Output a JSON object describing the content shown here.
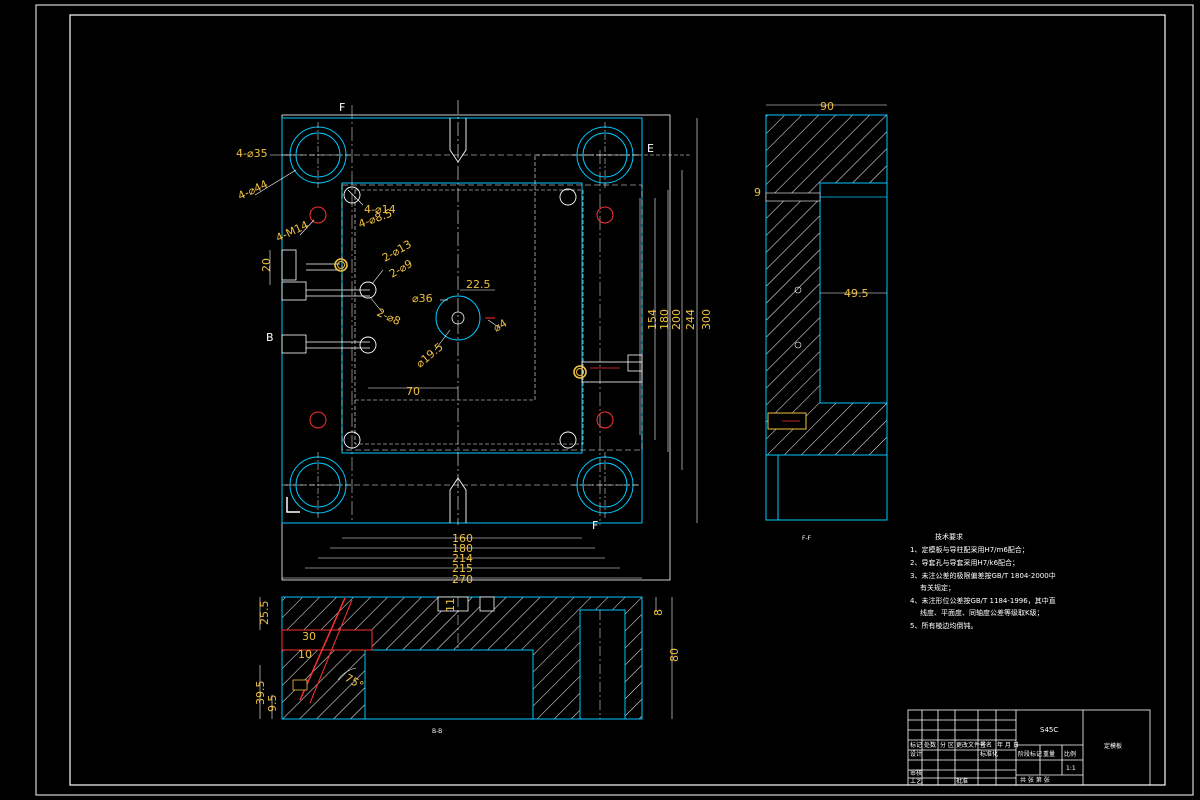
{
  "colors": {
    "background": "#000000",
    "outline": "#00c8ff",
    "centerline": "#ffffff",
    "hatch": "#ffffff",
    "dimension": "#f0c040",
    "hidden": "#ffffff",
    "accent_red": "#ff3030",
    "frame": "#ffffff"
  },
  "labels": {
    "section_F": "F",
    "section_F2": "F",
    "section_E": "E",
    "section_B": "B",
    "view_label_bottom": "B-B",
    "view_label_right": "F-F"
  },
  "dimensions": {
    "top_view": {
      "d1": "4-⌀35",
      "d2": "4-⌀44",
      "d3": "4-⌀14",
      "d4": "4-⌀8.5",
      "d5": "4-M14",
      "d6": "2-⌀13",
      "d7": "2-⌀9",
      "d8": "2-⌀8",
      "d9": "⌀36",
      "d10": "22.5",
      "d11": "⌀4",
      "d12": "⌀19.5",
      "d13": "70",
      "d14": "20",
      "h160": "160",
      "h180": "180",
      "h214": "214",
      "h215": "215",
      "h270": "270",
      "v154": "154",
      "v180": "180",
      "v200": "200",
      "v244": "244",
      "v300": "300"
    },
    "side_view": {
      "width": "90",
      "hole": "9",
      "depth": "49.5"
    },
    "bottom_view": {
      "d1": "25.5",
      "d2": "30",
      "d3": "10",
      "d4": "75°",
      "d5": "39.5",
      "d6": "9.5",
      "d7": "11",
      "d8": "8",
      "height": "80"
    }
  },
  "notes": {
    "title": "技术要求",
    "items": [
      "1、定模板与导柱配采用H7/m6配合；",
      "2、导套孔与导套采用H7/k6配合；",
      "3、未注公差的极限偏差按GB/T 1804-2000中",
      "有关规定；",
      "4、未注形位公差按GB/T 1184-1996，其中直",
      "线度、平面度、同轴度公差等级取K级；",
      "5、所有棱边均倒钝。"
    ]
  },
  "title_block": {
    "material": "S45C",
    "drawing_name": "定模板",
    "row_labels": [
      "标记",
      "设计",
      "审核",
      "工艺"
    ],
    "header_cells": [
      "处数",
      "分 区",
      "更改文件号",
      "签名",
      "年 月 日"
    ],
    "std_cells": [
      "标准化",
      "批准"
    ],
    "stage_cells": [
      "阶段标记",
      "重量",
      "比例"
    ],
    "scale": "1:1",
    "sheet": "共  张 第  张"
  }
}
